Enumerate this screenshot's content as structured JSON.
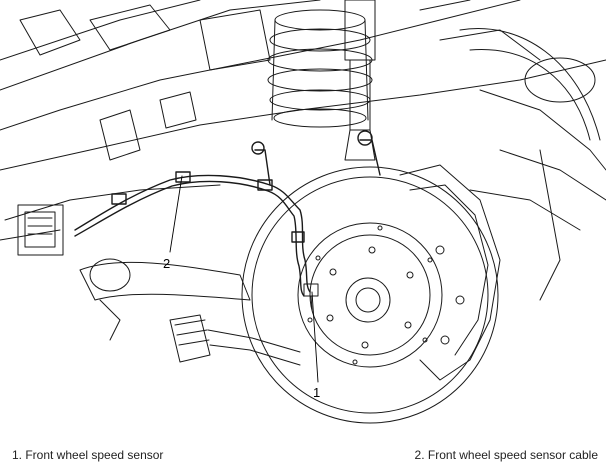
{
  "callouts": [
    {
      "number": "1",
      "label": "Front wheel speed sensor"
    },
    {
      "number": "2",
      "label": "Front wheel speed sensor cable"
    }
  ],
  "captions": {
    "item1": "1. Front wheel speed sensor",
    "item2": "2. Front wheel speed sensor cable"
  },
  "colors": {
    "line": "#1a1a1a",
    "background": "#ffffff"
  }
}
